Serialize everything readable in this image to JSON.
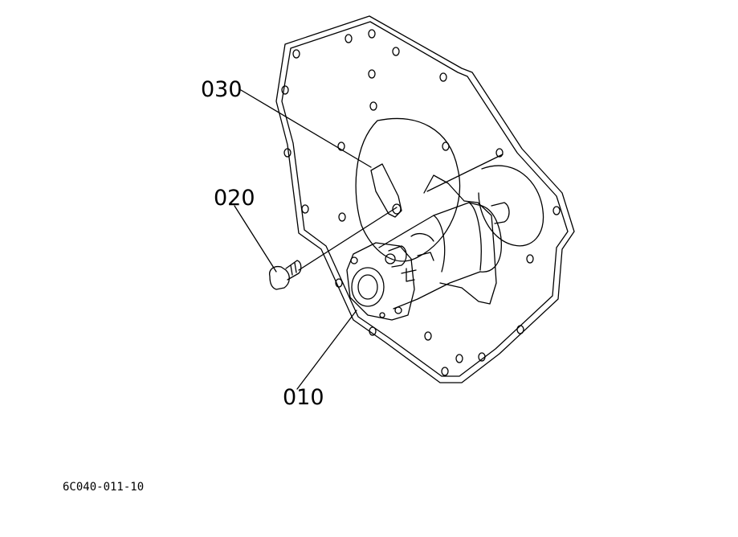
{
  "callouts": {
    "part_010": "010",
    "part_020": "020",
    "part_030": "030"
  },
  "drawing_code": "6C040-011-10"
}
